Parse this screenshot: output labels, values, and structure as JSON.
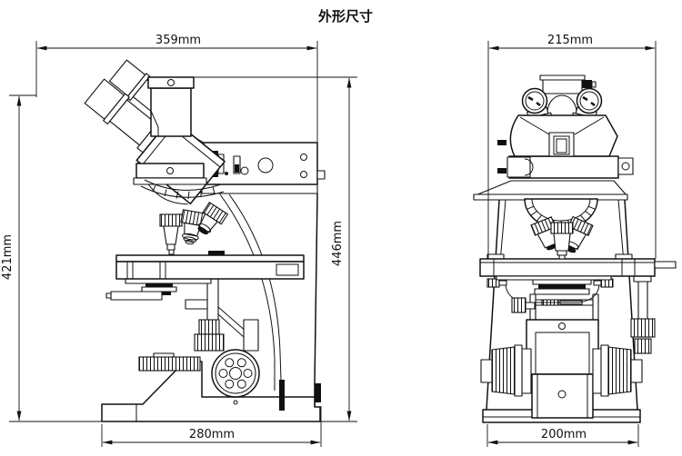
{
  "title": "外形尺寸",
  "views": {
    "side": {
      "top_width": "359mm",
      "left_height": "421mm",
      "right_height": "446mm",
      "base_width": "280mm"
    },
    "front": {
      "top_width": "215mm",
      "base_width": "200mm"
    }
  },
  "colors": {
    "line": "#111111",
    "background": "#ffffff"
  }
}
